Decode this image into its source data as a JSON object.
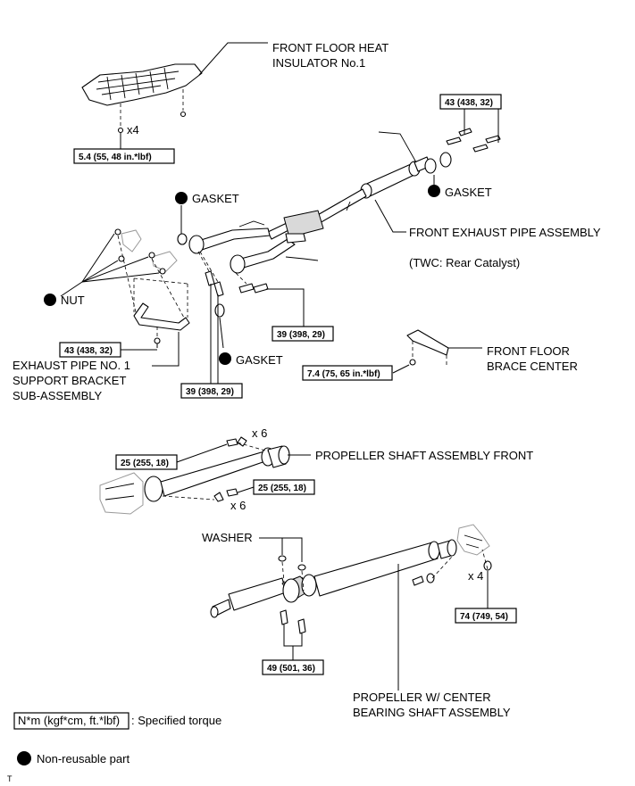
{
  "labels": {
    "heat_insulator": [
      "FRONT FLOOR HEAT",
      "INSULATOR No.1"
    ],
    "gasket": "GASKET",
    "front_exhaust_pipe": "FRONT EXHAUST PIPE ASSEMBLY",
    "twc_note": "(TWC: Rear Catalyst)",
    "nut": "NUT",
    "support_bracket": [
      "EXHAUST PIPE NO. 1",
      "SUPPORT BRACKET",
      "SUB-ASSEMBLY"
    ],
    "brace_center": [
      "FRONT FLOOR",
      "BRACE CENTER"
    ],
    "propeller_front": "PROPELLER SHAFT ASSEMBLY FRONT",
    "washer": "WASHER",
    "propeller_center": [
      "PROPELLER W/ CENTER",
      "BEARING SHAFT ASSEMBLY"
    ]
  },
  "quantities": {
    "x4_heat": "x4",
    "x6_top": "x 6",
    "x6_bottom": "x 6",
    "x4_flange": "x 4"
  },
  "torques": {
    "heat_insulator": "5.4 (55, 48 in.*lbf)",
    "front_flange": "43 (438, 32)",
    "bracket": "43 (438, 32)",
    "pipe_right": "39 (398, 29)",
    "pipe_bottom": "39 (398, 29)",
    "brace": "7.4 (75, 65  in.*lbf)",
    "prop_front_top": "25 (255, 18)",
    "prop_front_bottom": "25 (255, 18)",
    "rear_flange": "74 (749, 54)",
    "center_bearing": "49 (501, 36)"
  },
  "legend": {
    "torque_units": "N*m (kgf*cm, ft.*lbf)",
    "torque_desc": ": Specified torque",
    "nonreusable": "Non-reusable part"
  },
  "footer_mark": "T"
}
